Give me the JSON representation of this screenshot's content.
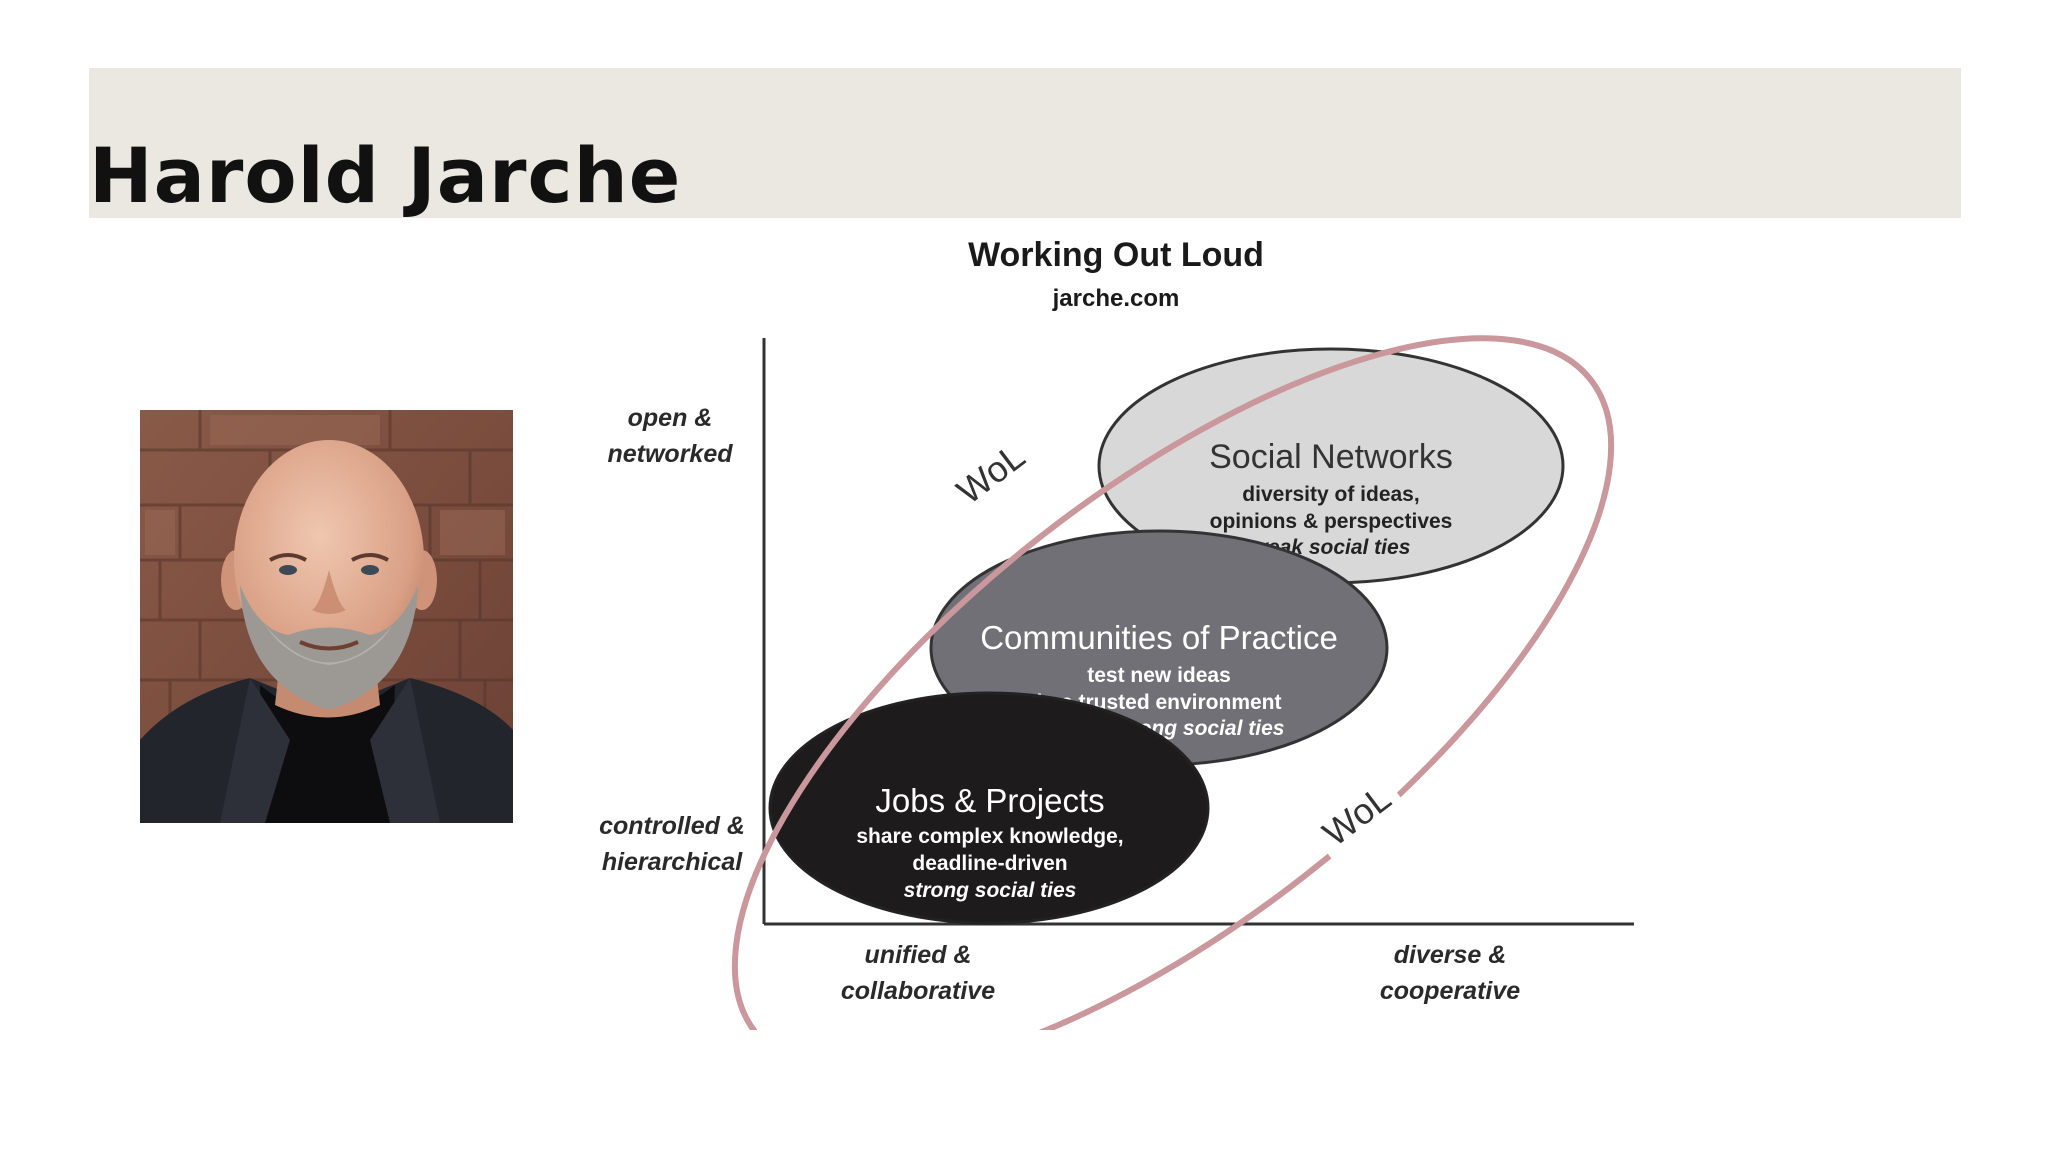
{
  "slide": {
    "title": "Harold Jarche"
  },
  "photo": {
    "subject": "portrait"
  },
  "diagram": {
    "title": "Working Out Loud",
    "subtitle": "jarche.com",
    "y_axis": {
      "top_label_line1": "open &",
      "top_label_line2": "networked",
      "bottom_label_line1": "controlled &",
      "bottom_label_line2": "hierarchical"
    },
    "x_axis": {
      "left_label_line1": "unified &",
      "left_label_line2": "collaborative",
      "right_label_line1": "diverse &",
      "right_label_line2": "cooperative"
    },
    "loop": {
      "label_top": "WoL",
      "label_bottom": "WoL",
      "color": "#c9979c"
    },
    "groups": [
      {
        "name": "Social Networks",
        "line1": "diversity of ideas,",
        "line2": "opinions & perspectives",
        "ties": "weak social ties",
        "fill": "#d8d8d8"
      },
      {
        "name": "Communities of Practice",
        "line1": "test new ideas",
        "line2": "in a trusted environment",
        "ties": "weak & strong social ties",
        "fill": "#707076"
      },
      {
        "name": "Jobs & Projects",
        "line1": "share complex knowledge,",
        "line2": "deadline-driven",
        "ties": "strong social ties",
        "fill": "#1d1b1c"
      }
    ]
  }
}
